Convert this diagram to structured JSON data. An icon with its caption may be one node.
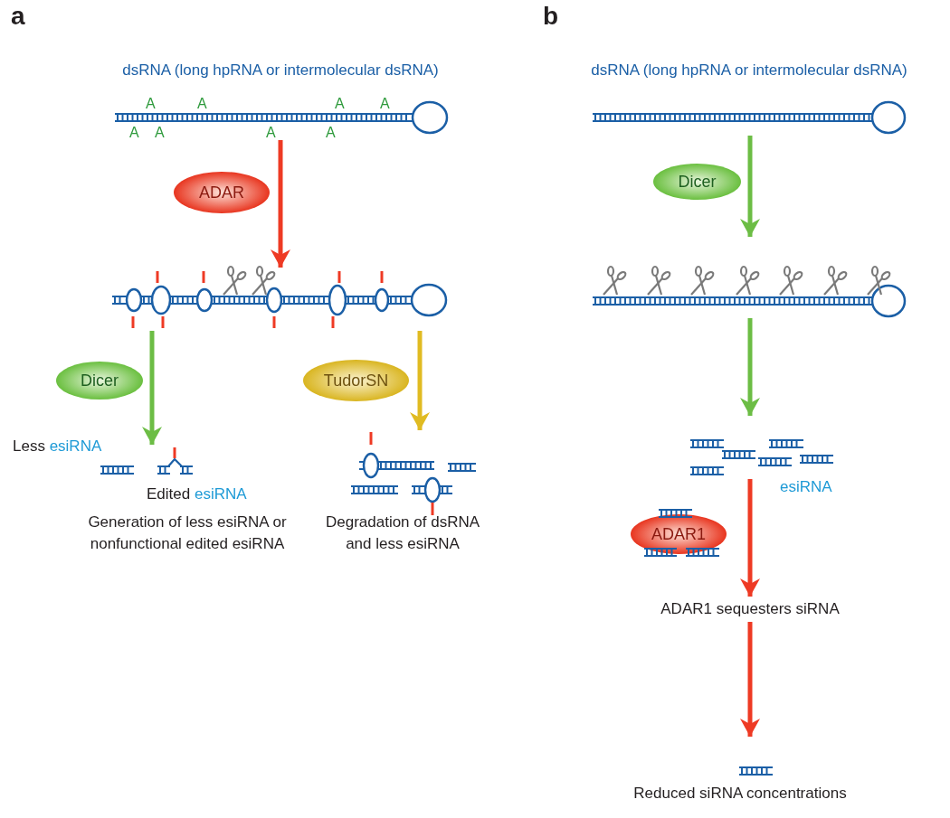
{
  "diagram": {
    "nodes": [
      {
        "text": [],
        "shape": "picture",
        "beside": [
          "dsRNA (long hpRNA or intermolecular dsRNA)"
        ]
      },
      {
        "text": [
          "ADAR"
        ]
      },
      {
        "text": [],
        "shape": "picture"
      },
      {
        "text": [
          "Dicer"
        ]
      },
      {
        "text": [
          "TudorSN"
        ]
      },
      {
        "text": [],
        "shape": "picture",
        "beside": [
          "Less **esiRNA**",
          "Edited **esiRNA**",
          "Generation of less esiRNA or nonfunctional edited esiRNA"
        ]
      },
      {
        "text": [],
        "shape": "picture",
        "beside": [
          "Degradation of dsRNA and less esiRNA"
        ]
      },
      {
        "text": [],
        "shape": "picture",
        "beside": [
          "dsRNA (long hpRNA or intermolecular dsRNA)"
        ]
      },
      {
        "text": [
          "Dicer"
        ]
      },
      {
        "text": [],
        "shape": "picture"
      },
      {
        "text": [],
        "shape": "picture",
        "beside": [
          "esiRNA"
        ]
      },
      {
        "text": [
          "ADAR1"
        ]
      },
      {
        "text": [
          "ADAR1 sequesters siRNA"
        ]
      },
      {
        "text": [],
        "shape": "picture",
        "beside": [
          "Reduced siRNA concentrations"
        ]
      }
    ],
    "edges": [
      {
        "from": 0,
        "to": 2,
        "arrow": "to",
        "color": "#ee3a24"
      },
      {
        "from": 2,
        "to": 5,
        "arrow": "to",
        "color": "#6cbd45"
      },
      {
        "from": 2,
        "to": 6,
        "arrow": "to",
        "color": "#e0bb22"
      },
      {
        "from": 7,
        "to": 9,
        "arrow": "to",
        "color": "#6cbd45"
      },
      {
        "from": 9,
        "to": 10,
        "arrow": "to",
        "color": "#6cbd45"
      },
      {
        "from": 10,
        "to": 12,
        "arrow": "to",
        "color": "#ee3a24"
      },
      {
        "from": 12,
        "to": 13,
        "arrow": "to",
        "color": "#ee3a24"
      }
    ],
    "labels": [
      "a",
      "b",
      "A",
      "A",
      "A",
      "A",
      "A",
      "A",
      "A",
      "A"
    ]
  }
}
